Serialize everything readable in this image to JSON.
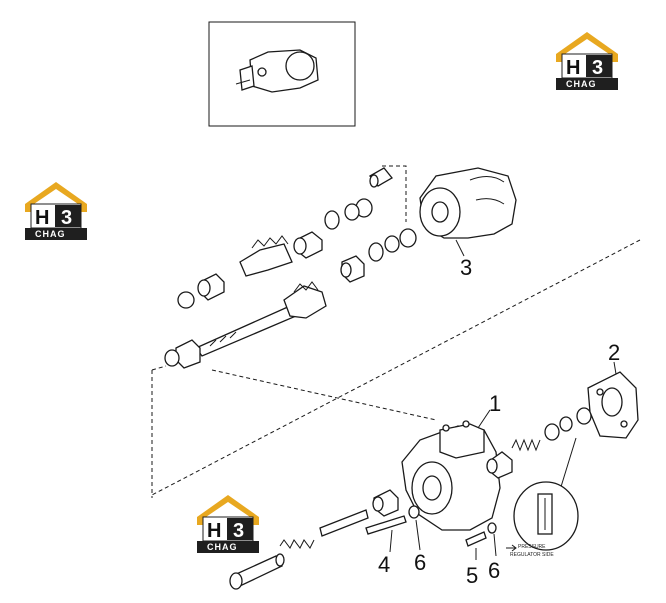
{
  "callouts": {
    "c1": "1",
    "c2": "2",
    "c3": "3",
    "c4": "4",
    "c5": "5",
    "c6a": "6",
    "c6b": "6"
  },
  "logo": {
    "mark_h": "H",
    "mark_3": "3",
    "word": "CHAG",
    "colors": {
      "roof": "#e8a820",
      "dark": "#1f1f1f"
    }
  },
  "note": {
    "line1": "PRESSURE",
    "line2": "REGULATOR SIDE"
  }
}
